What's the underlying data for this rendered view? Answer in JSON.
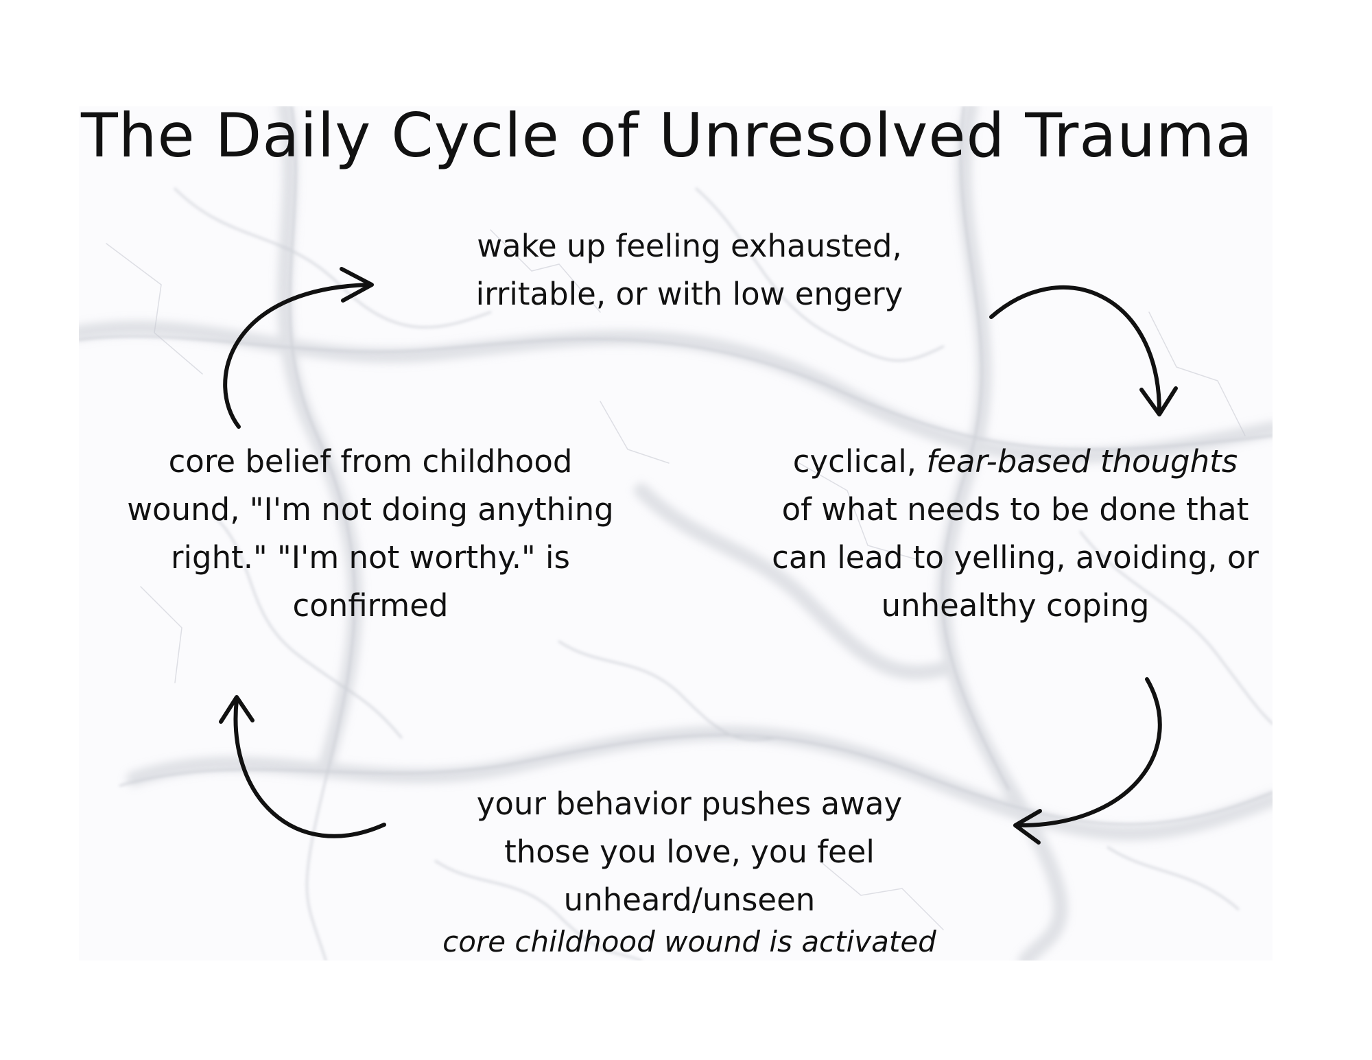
{
  "title": "The Daily Cycle of Unresolved Trauma",
  "nodes": {
    "top": {
      "lines": [
        "wake up feeling exhausted,",
        "irritable, or with low engery"
      ]
    },
    "right": {
      "line1_pre": "cyclical, ",
      "line1_em": "fear-based thoughts",
      "lines": [
        "of what needs to be done that",
        "can lead to yelling, avoiding, or",
        "unhealthy coping"
      ]
    },
    "left": {
      "lines": [
        "core belief from childhood",
        "wound, \"I'm not doing anything",
        "right.\" \"I'm not worthy.\" is",
        "confirmed"
      ]
    },
    "bottom": {
      "lines": [
        "your behavior pushes away",
        "those you love, you feel",
        "unheard/unseen"
      ],
      "sub": "core childhood wound is activated"
    }
  },
  "colors": {
    "text": "#111111",
    "arrow": "#111111",
    "marble_base": "#fbfbfd",
    "marble_vein": "#c9ccd3"
  },
  "icons": [
    "curved-arrow-icon"
  ]
}
